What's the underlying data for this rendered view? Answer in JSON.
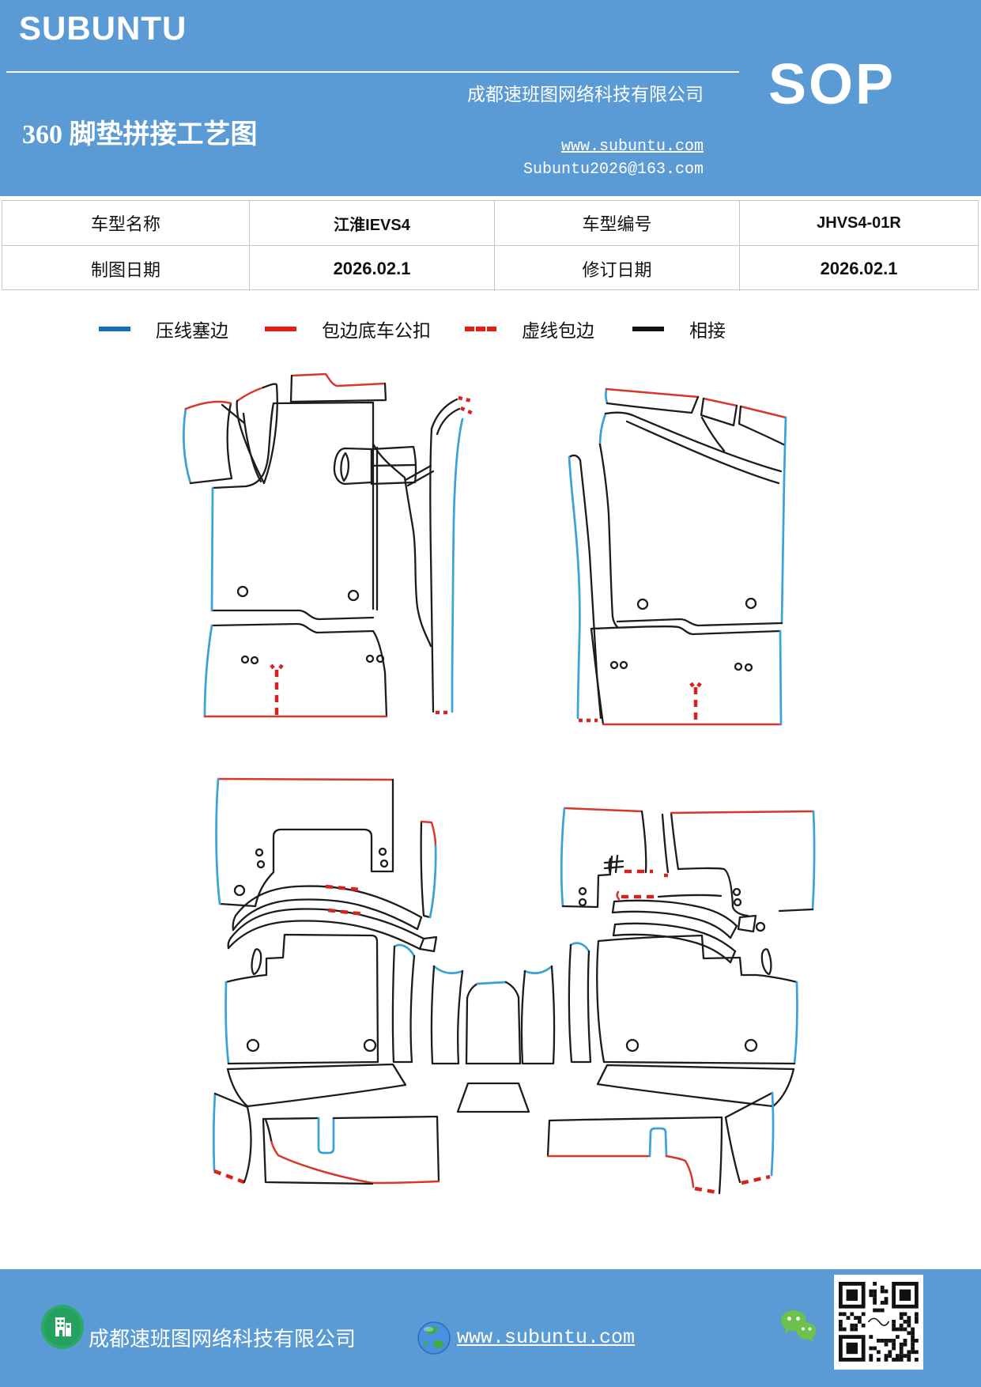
{
  "header": {
    "logo": "SUBUNTU",
    "title": "360 脚垫拼接工艺图",
    "company": "成都速班图网络科技有限公司",
    "website": "www.subuntu.com",
    "email": "Subuntu2026@163.com",
    "badge": "SOP"
  },
  "info_table": {
    "row1": {
      "c1": "车型名称",
      "c2": "江淮IEVS4",
      "c3": "车型编号",
      "c4": "JHVS4-01R"
    },
    "row2": {
      "c1": "制图日期",
      "c2": "2026.02.1",
      "c3": "修订日期",
      "c4": "2026.02.1"
    }
  },
  "legend": {
    "items": [
      {
        "label": "压线塞边",
        "color": "#0d72b9",
        "style": "solid"
      },
      {
        "label": "包边底车公扣",
        "color": "#ee1c0f",
        "style": "solid"
      },
      {
        "label": "虚线包边",
        "color": "#ee1c0f",
        "style": "dashed"
      },
      {
        "label": "相接",
        "color": "#111111",
        "style": "solid"
      }
    ]
  },
  "footer": {
    "company": "成都速班图网络科技有限公司",
    "website": "www.subuntu.com"
  },
  "colors": {
    "header_bg": "#5b9bd5",
    "outline_black": "#1c1c1c",
    "edge_blue": "#3aa0d8",
    "edge_red": "#d8372c",
    "dash_red": "#d8231a"
  }
}
